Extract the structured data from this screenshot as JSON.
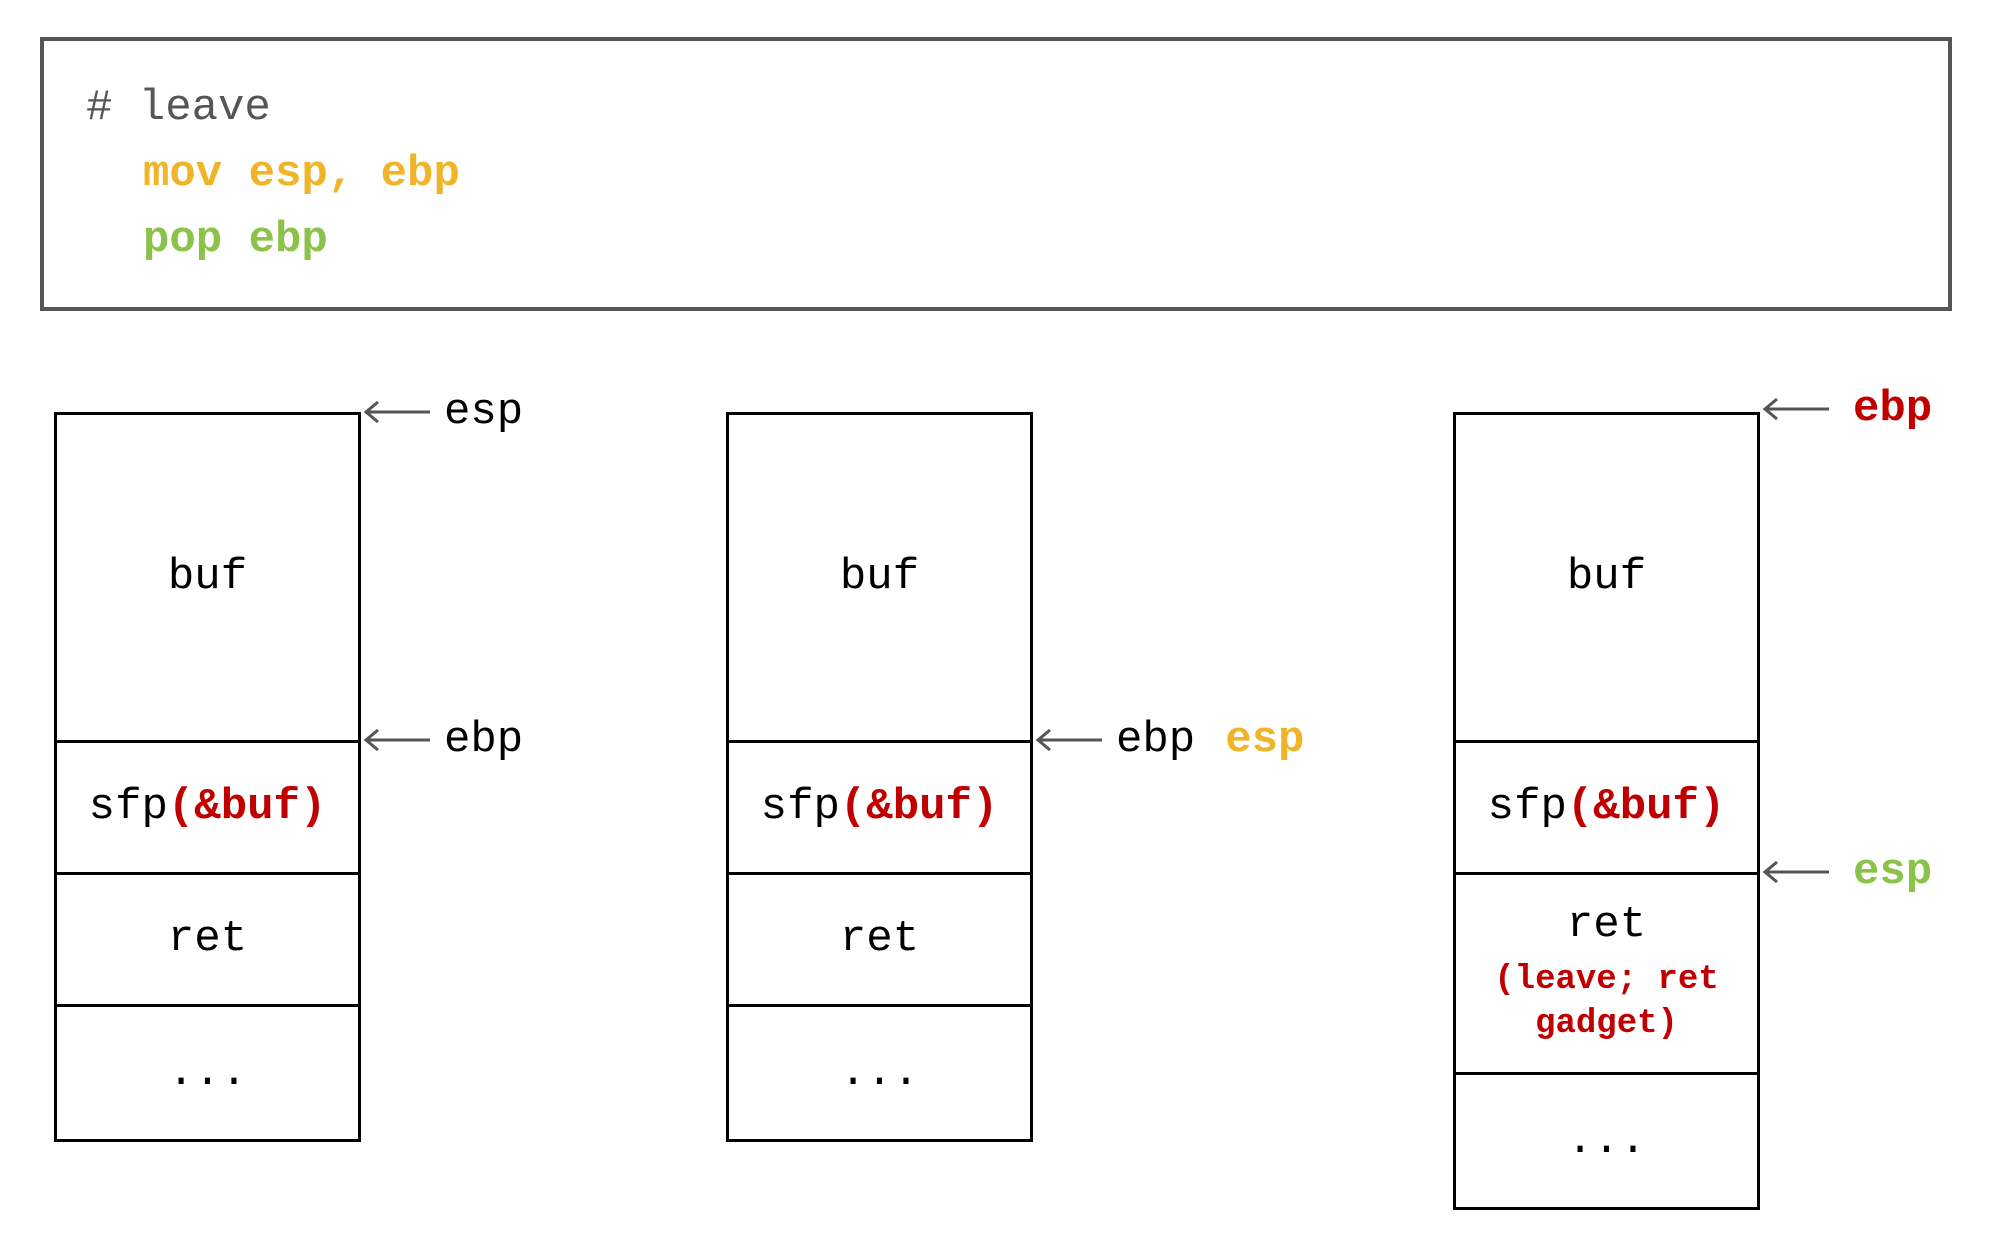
{
  "colors": {
    "yellow": "#f0b429",
    "green": "#8bc34a",
    "red": "#c00000",
    "gray": "#555555",
    "black": "#000000"
  },
  "code": {
    "comment": "# leave",
    "line1": "mov esp, ebp",
    "line2": "pop ebp"
  },
  "stacks": [
    {
      "cells": {
        "buf": "buf",
        "sfp": "sfp",
        "sfp_val": "(&buf)",
        "ret": "ret",
        "dots": "..."
      },
      "pointers": [
        {
          "labels": [
            "esp"
          ]
        },
        {
          "labels": [
            "ebp"
          ]
        }
      ]
    },
    {
      "cells": {
        "buf": "buf",
        "sfp": "sfp",
        "sfp_val": "(&buf)",
        "ret": "ret",
        "dots": "..."
      },
      "pointers": [
        {
          "labels": [
            "ebp",
            "esp"
          ]
        }
      ]
    },
    {
      "cells": {
        "buf": "buf",
        "sfp": "sfp",
        "sfp_val": "(&buf)",
        "ret": "ret",
        "ret_note_1": "(leave; ret",
        "ret_note_2": "gadget)",
        "dots": "..."
      },
      "pointers": [
        {
          "labels": [
            "ebp"
          ]
        },
        {
          "labels": [
            "esp"
          ]
        }
      ]
    }
  ]
}
